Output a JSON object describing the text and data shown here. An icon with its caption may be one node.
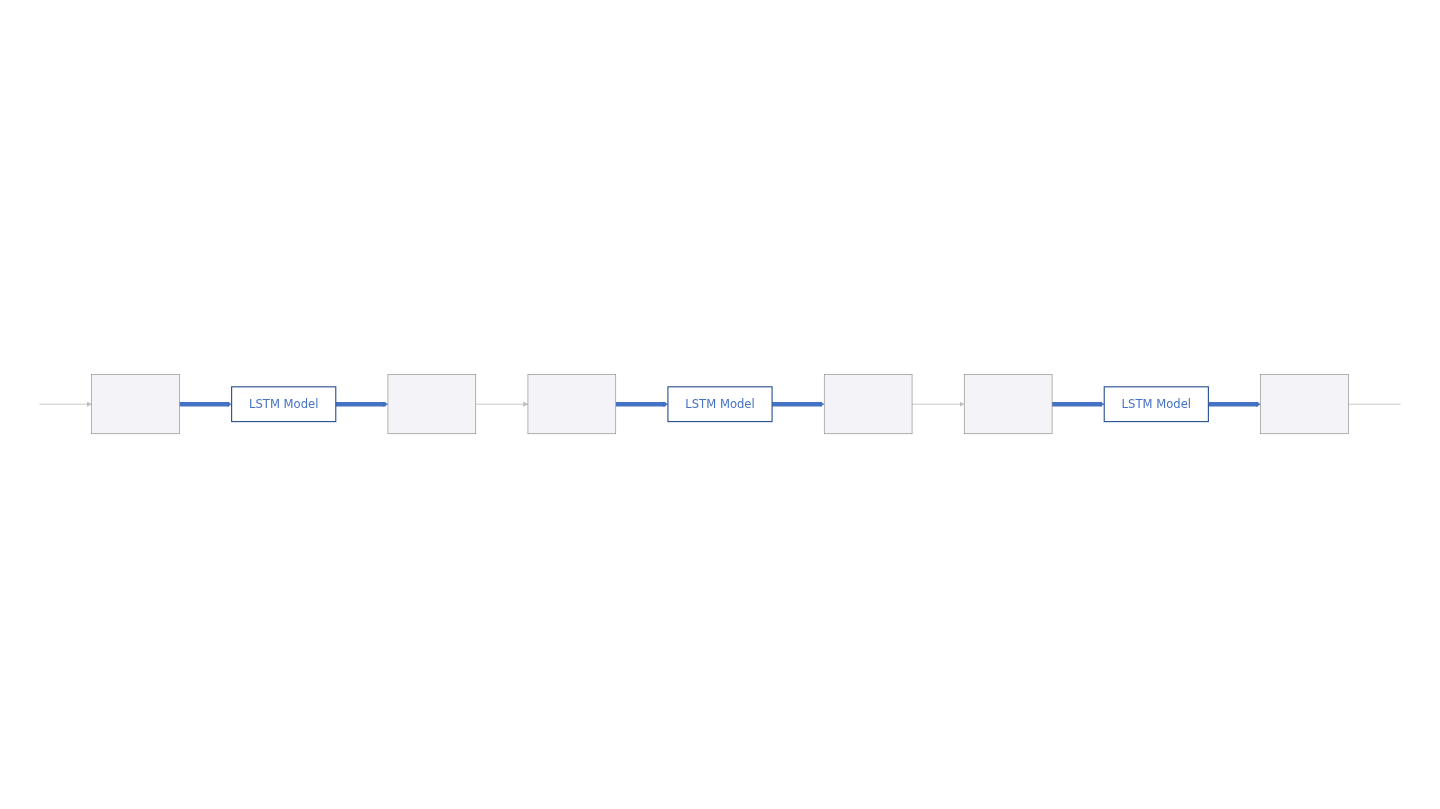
{
  "diagram": {
    "nodes": [
      {
        "text": [],
        "shape": "picture"
      },
      {
        "text": [
          "LSTM Model"
        ]
      },
      {
        "text": [],
        "shape": "picture"
      },
      {
        "text": [],
        "shape": "picture"
      },
      {
        "text": [
          "LSTM Model"
        ]
      },
      {
        "text": [],
        "shape": "picture"
      },
      {
        "text": [],
        "shape": "picture"
      },
      {
        "text": [
          "LSTM Model"
        ]
      },
      {
        "text": [],
        "shape": "picture"
      }
    ],
    "edges": [
      {
        "from": null,
        "to": 0,
        "arrow": "to",
        "color": "#bfbfbf"
      },
      {
        "from": 0,
        "to": 1,
        "arrow": "to"
      },
      {
        "from": 1,
        "to": 2,
        "arrow": "to"
      },
      {
        "from": 2,
        "to": 3,
        "arrow": "to",
        "color": "#bfbfbf"
      },
      {
        "from": 3,
        "to": 4,
        "arrow": "to"
      },
      {
        "from": 4,
        "to": 5,
        "arrow": "to"
      },
      {
        "from": 5,
        "to": 6,
        "arrow": "to",
        "color": "#bfbfbf"
      },
      {
        "from": 6,
        "to": 7,
        "arrow": "to"
      },
      {
        "from": 7,
        "to": 8,
        "arrow": "to"
      },
      {
        "from": 8,
        "to": null,
        "arrow": "none",
        "color": "#bfbfbf"
      }
    ]
  }
}
